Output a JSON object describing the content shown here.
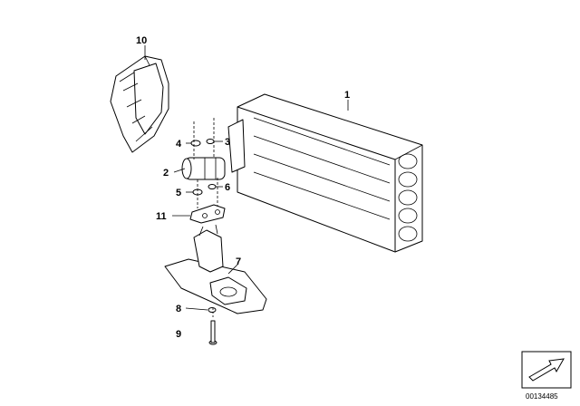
{
  "callouts": [
    {
      "id": "1",
      "label": "1"
    },
    {
      "id": "2",
      "label": "2"
    },
    {
      "id": "3",
      "label": "3"
    },
    {
      "id": "4",
      "label": "4"
    },
    {
      "id": "5",
      "label": "5"
    },
    {
      "id": "6",
      "label": "6"
    },
    {
      "id": "7",
      "label": "7"
    },
    {
      "id": "8",
      "label": "8"
    },
    {
      "id": "9",
      "label": "9"
    },
    {
      "id": "10",
      "label": "10"
    },
    {
      "id": "11",
      "label": "11"
    }
  ],
  "reference_code": "00134485",
  "colors": {
    "line": "#000000",
    "background": "#ffffff"
  }
}
